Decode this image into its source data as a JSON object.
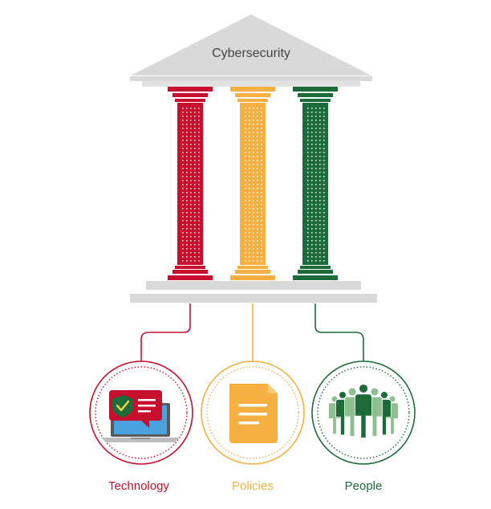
{
  "roof": {
    "title": "Cybersecurity"
  },
  "pillars": [
    {
      "label": "Technology",
      "color": "#c8102e",
      "icon": "laptop-shield-icon"
    },
    {
      "label": "Policies",
      "color": "#f5b041",
      "icon": "document-icon"
    },
    {
      "label": "People",
      "color": "#1e6b3a",
      "icon": "people-group-icon"
    }
  ],
  "colors": {
    "structure": "#d9d9d9",
    "structure_dark": "#c8c8c8"
  }
}
